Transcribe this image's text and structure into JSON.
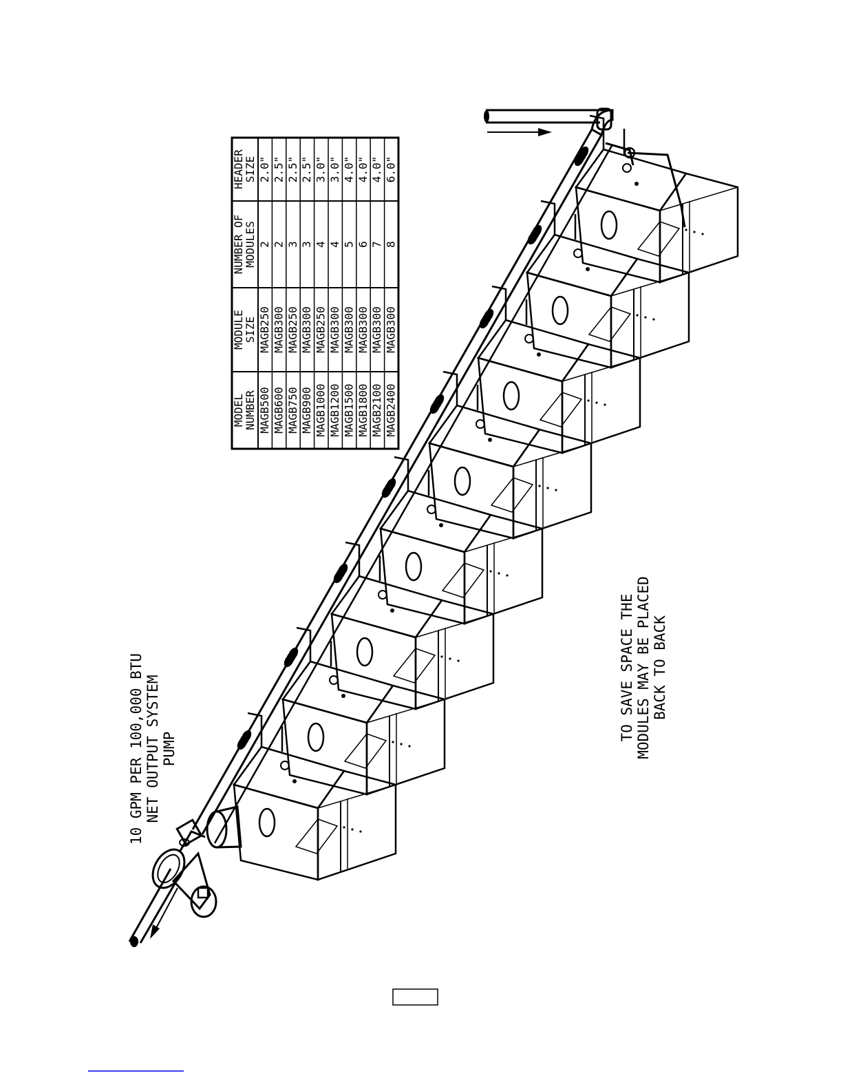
{
  "pump_note": {
    "line1": "10 GPM PER 100,000 BTU",
    "line2": "NET OUTPUT SYSTEM",
    "line3": "PUMP"
  },
  "space_note": {
    "line1": "TO SAVE SPACE THE",
    "line2": "MODULES MAY BE PLACED",
    "line3": "BACK TO BACK"
  },
  "table": {
    "headers": [
      [
        "MODEL",
        "NUMBER"
      ],
      [
        "MODULE",
        "SIZE"
      ],
      [
        "NUMBER OF",
        "MODULES"
      ],
      [
        "HEADER",
        "SIZE"
      ]
    ],
    "rows": [
      [
        "MAGB500",
        "MAGB250",
        "2",
        "2.0\""
      ],
      [
        "MAGB600",
        "MAGB300",
        "2",
        "2.5\""
      ],
      [
        "MAGB750",
        "MAGB250",
        "3",
        "2.5\""
      ],
      [
        "MAGB900",
        "MAGB300",
        "3",
        "2.5\""
      ],
      [
        "MAGB1000",
        "MAGB250",
        "4",
        "3.0\""
      ],
      [
        "MAGB1200",
        "MAGB300",
        "4",
        "3.0\""
      ],
      [
        "MAGB1500",
        "MAGB300",
        "5",
        "4.0\""
      ],
      [
        "MAGB1800",
        "MAGB300",
        "6",
        "4.0\""
      ],
      [
        "MAGB2100",
        "MAGB300",
        "7",
        "4.0\""
      ],
      [
        "MAGB2400",
        "MAGB300",
        "8",
        "6.0\""
      ]
    ]
  },
  "modules": {
    "count": 8
  },
  "colors": {
    "ink": "#000000",
    "paper": "#ffffff",
    "link_underline": "#0000ff"
  }
}
